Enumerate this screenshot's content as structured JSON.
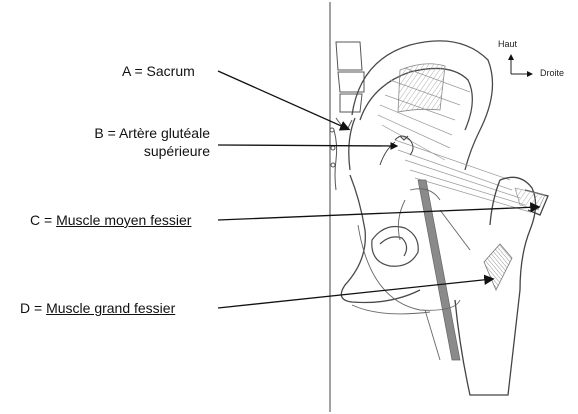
{
  "labels": {
    "a": {
      "prefix": "A = ",
      "name": "Sacrum"
    },
    "b": {
      "prefix": "B = ",
      "name_line1": "Artère glutéale",
      "name_line2": "supérieure"
    },
    "c": {
      "prefix": "C = ",
      "name": "Muscle moyen fessier"
    },
    "d": {
      "prefix": "D = ",
      "name": "Muscle grand fessier"
    }
  },
  "orientation": {
    "up": "Haut",
    "right": "Droite"
  },
  "colors": {
    "ink": "#111111",
    "pencil": "#6e6e6e",
    "light_pencil": "#a8a8a8",
    "shade": "#8a8a8a"
  }
}
